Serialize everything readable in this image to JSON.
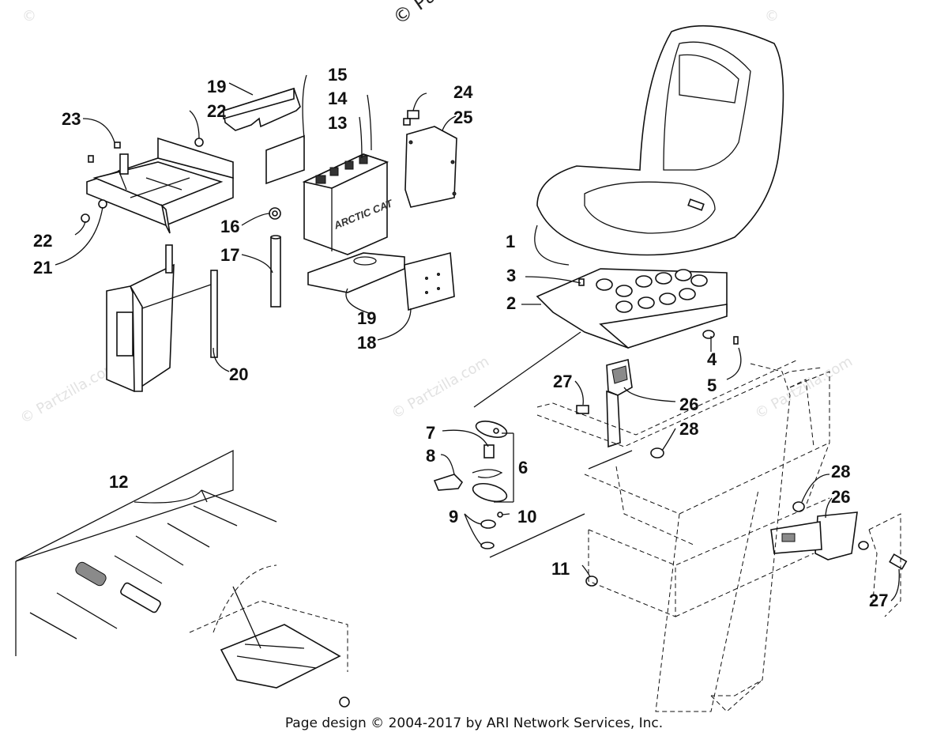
{
  "watermarks": {
    "top": "© Pa",
    "corner": "©",
    "repeat": "© Partzilla.com"
  },
  "footer": "Page design © 2004-2017 by ARI Network Services, Inc.",
  "callouts": {
    "c1": "1",
    "c2": "2",
    "c3": "3",
    "c4": "4",
    "c5": "5",
    "c6": "6",
    "c7": "7",
    "c8": "8",
    "c9": "9",
    "c10": "10",
    "c11": "11",
    "c12": "12",
    "c13": "13",
    "c14": "14",
    "c15": "15",
    "c16": "16",
    "c17": "17",
    "c18": "18",
    "c19a": "19",
    "c19b": "19",
    "c20": "20",
    "c21": "21",
    "c22a": "22",
    "c22b": "22",
    "c23": "23",
    "c24": "24",
    "c25": "25",
    "c26a": "26",
    "c26b": "26",
    "c27a": "27",
    "c27b": "27",
    "c28a": "28",
    "c28b": "28"
  },
  "battery_label": "ARCTIC CAT",
  "colors": {
    "ink": "#111111",
    "paper": "#ffffff",
    "watermark": "#e2e2e2"
  }
}
